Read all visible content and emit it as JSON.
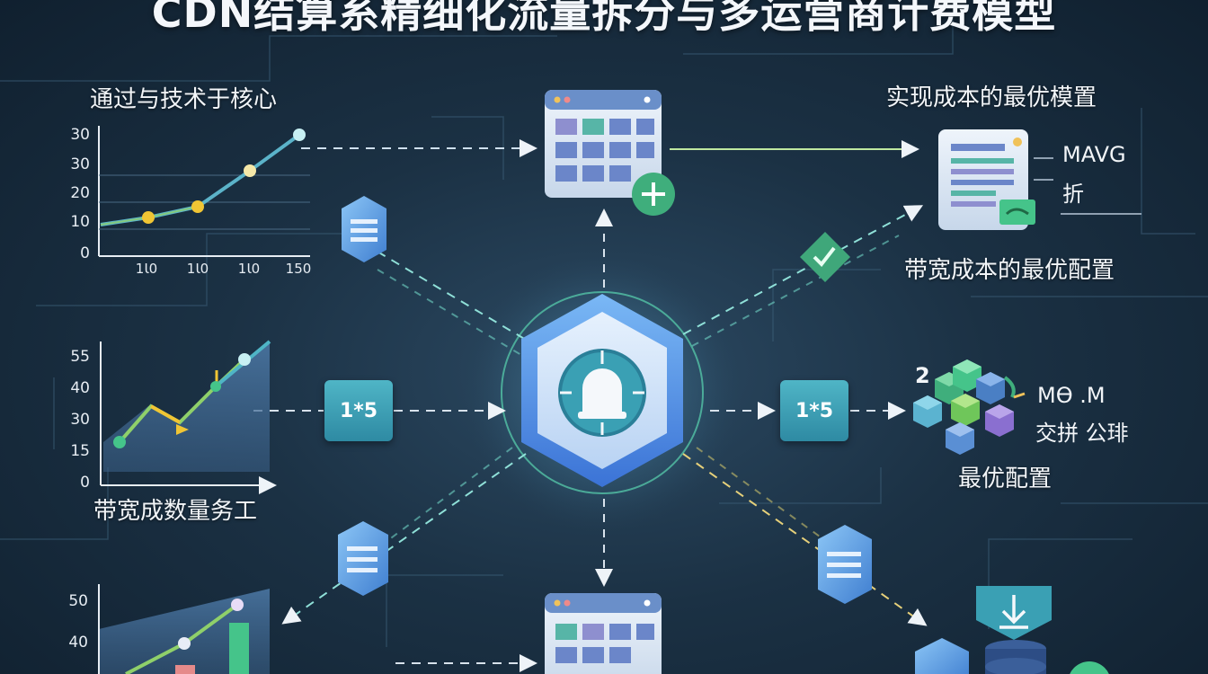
{
  "title": "CDN结算系精细化流量拆分与多运营商计费模型",
  "top_left_label": "通过与技术于核心",
  "top_right_label": "实现成本的最优模置",
  "right_mid_label": "带宽成本的最优配置",
  "panel_right_top": {
    "line1": "MAVG",
    "line2": "折"
  },
  "left_mid_label": "带宽成数量务工",
  "badges": {
    "left": "1*5",
    "right": "1*5"
  },
  "right_cubes": {
    "number": "2",
    "line1": "MƟ .M",
    "line2": "交拼 公琲",
    "caption": "最优配置"
  },
  "chart_top": {
    "yticks": [
      "30",
      "30",
      "20",
      "10",
      "0"
    ],
    "xticks": [
      "1Ɩ0",
      "1Ɩ0",
      "1Ɩ0",
      "150"
    ]
  },
  "chart_mid": {
    "yticks": [
      "55",
      "40",
      "30",
      "15",
      "0"
    ]
  },
  "chart_bottom": {
    "yticks": [
      "50",
      "40"
    ]
  },
  "colors": {
    "accent": "#6fd3c4",
    "hub": "#5b9cf0",
    "arrow": "#e8eef4",
    "green": "#45c48a"
  }
}
